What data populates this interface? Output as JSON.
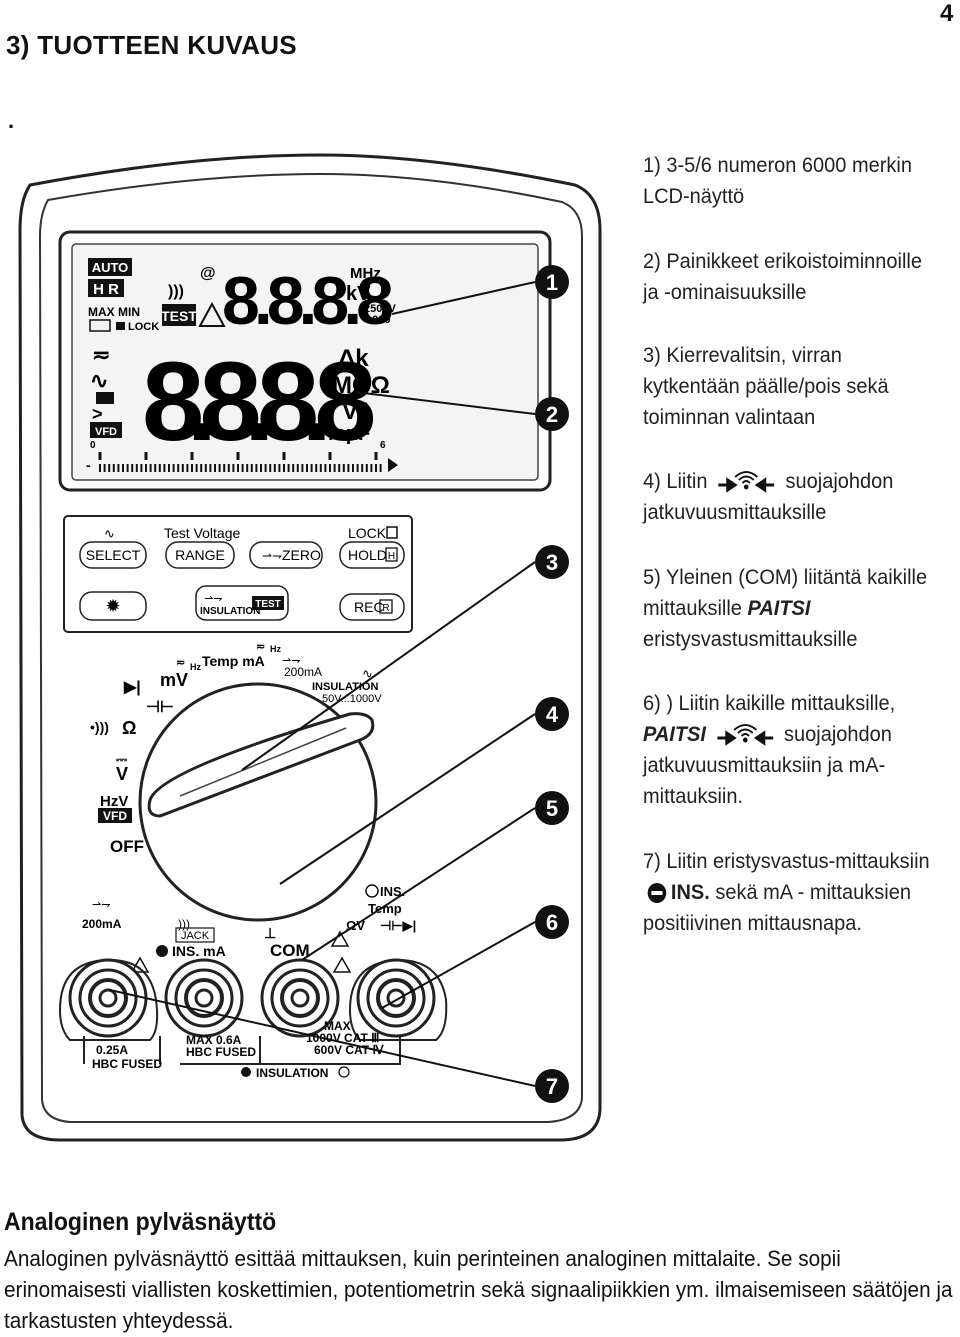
{
  "page_number": "4",
  "section_title": "3) TUOTTEEN KUVAUS",
  "stray_dot": ".",
  "callouts": [
    "1",
    "2",
    "3",
    "4",
    "5",
    "6",
    "7"
  ],
  "items": {
    "i1": "1) 3-5/6 numeron 6000 merkin LCD-näyttö",
    "i2": "2) Painikkeet erikoistoiminnoille ja -ominaisuuksille",
    "i3": "3) Kierrevalitsin, virran kytkentään päälle/pois sekä toiminnan valintaan",
    "i4_pre": "4) Liitin",
    "i4_post": "suojajohdon jatkuvuusmittauksille",
    "i5_pre": "5) Yleinen (COM) liitäntä kaikille mittauksille",
    "i5_em": "PAITSI",
    "i5_post": "eristysvastusmittauksille",
    "i6_pre": "6) ) Liitin kaikille mittauksille,",
    "i6_em": "PAITSI",
    "i6_post": "suojajohdon jatkuvuusmittauksiin ja mA-mittauksiin.",
    "i7_pre": "7) Liitin eristysvastus-mittauksiin",
    "i7_ins": "INS.",
    "i7_post": "sekä mA - mittauksien positiivinen mittausnapa."
  },
  "analog": {
    "title": "Analoginen pylväsnäyttö",
    "body": "Analoginen pylväsnäyttö esittää mittauksen, kuin perinteinen analoginen mittalaite. Se sopii erinomaisesti viallisten koskettimien, potentiometrin sekä signaalipiikkien ym. ilmaisemiseen säätöjen ja tarkastusten yhteydessä."
  },
  "meter": {
    "lcd": {
      "auto": "AUTO",
      "hr": "H R",
      "maxmin": "MAX MIN",
      "lock": "LOCK",
      "test": "TEST",
      "at": "@",
      "mhz": "MHz",
      "kv": "kV",
      "v2500": "2500V",
      "v1000": "1000",
      "small_digits": "8.8.8.8",
      "big_digits": "8.8.8.8",
      "delta_k": "Δk",
      "mg_ohm": "MGΩ",
      "va": "VA",
      "muf": "mμF",
      "vfd": "VFD",
      "zero": "0",
      "six": "6",
      "minus": "-"
    },
    "buttons": {
      "test_voltage": "Test Voltage",
      "lock": "LOCK",
      "select": "SELECT",
      "range": "RANGE",
      "zero": "ZERO",
      "hold": "HOLD",
      "hold_box": "H",
      "insulation": "INSULATION",
      "test": "TEST",
      "rec": "REC",
      "rec_box": "R"
    },
    "dial": {
      "mv": "mV",
      "hz_small": "Hz",
      "temp_ma": "Temp mA",
      "hz2": "Hz",
      "ma200": "200mA",
      "insulation": "INSULATION",
      "range_ins": "50V...1000V",
      "ohm": "Ω",
      "v": "V",
      "hzv": "HzV",
      "vfd": "VFD",
      "off": "OFF"
    },
    "terminals": {
      "ma200": "200mA",
      "jack": "JACK",
      "ins_ma": "INS. mA",
      "com": "COM",
      "ins_pos": "INS.",
      "temp": "Temp",
      "ohm_v": "ΩV",
      "fuse1a": "0.25A",
      "fuse1b": "HBC FUSED",
      "fuse2a": "MAX 0.6A",
      "fuse2b": "HBC FUSED",
      "max": "MAX",
      "cat3": "1000V CAT Ⅲ",
      "cat4": "600V CAT Ⅳ",
      "insulation": "INSULATION"
    }
  }
}
